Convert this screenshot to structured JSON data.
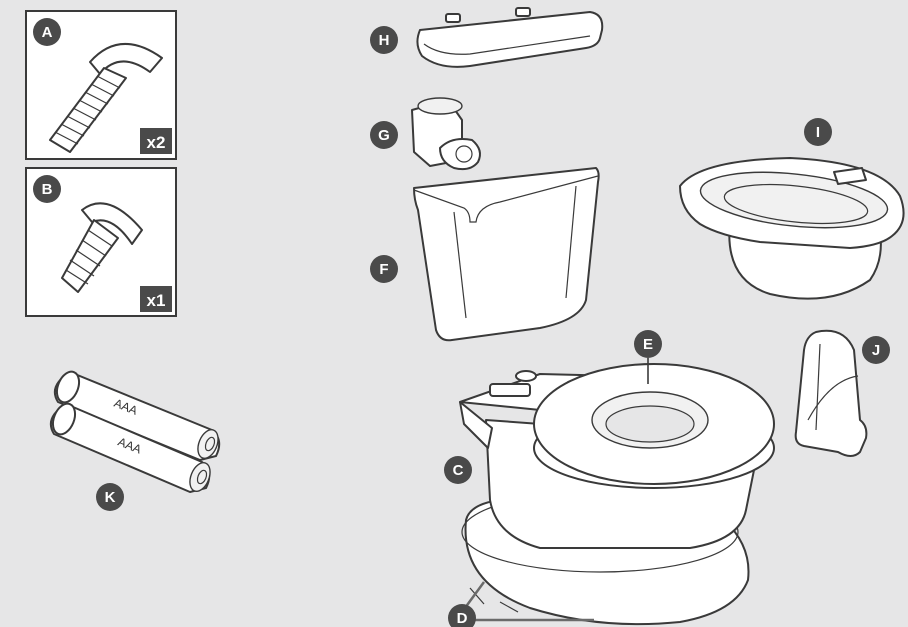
{
  "colors": {
    "background": "#e6e6e7",
    "badge": "#4a4a4a",
    "outline": "#3a3a3a",
    "part_fill": "#ffffff"
  },
  "callouts": {
    "a": "A",
    "b": "B",
    "c": "C",
    "d": "D",
    "e": "E",
    "f": "F",
    "g": "G",
    "h": "H",
    "i": "I",
    "j": "J",
    "k": "K"
  },
  "hardware": {
    "screw_a_qty": "x2",
    "screw_b_qty": "x1"
  },
  "batteries": {
    "label_1": "AAA",
    "label_2": "AAA"
  },
  "icons": [
    "long-screw-icon",
    "short-screw-icon",
    "aaa-battery-icon",
    "tank-lid-icon",
    "flush-handle-icon",
    "tank-icon",
    "removable-bowl-icon",
    "splash-guard-icon",
    "potty-base-icon",
    "potty-seat-icon"
  ]
}
